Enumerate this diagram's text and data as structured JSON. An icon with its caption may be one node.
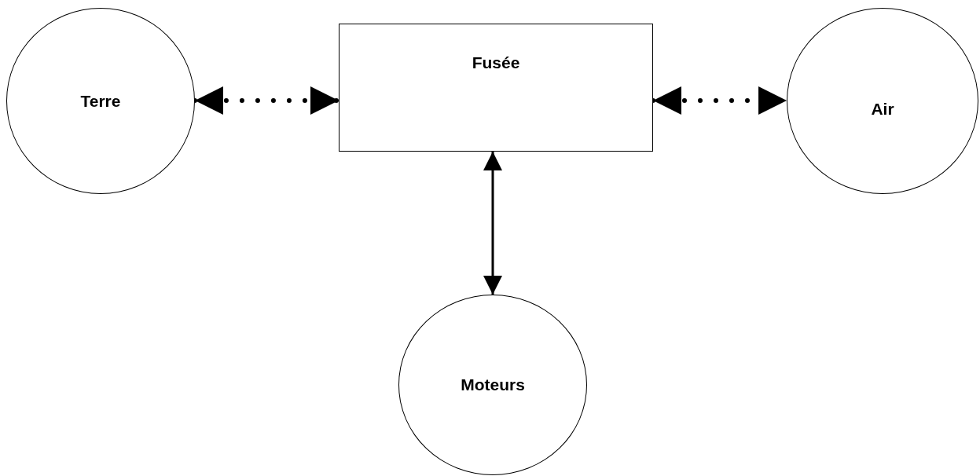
{
  "diagram": {
    "nodes": [
      {
        "text": [
          "Terre"
        ]
      },
      {
        "text": [
          "Fusée"
        ]
      },
      {
        "text": [
          "Air"
        ]
      },
      {
        "text": [
          "Moteurs"
        ]
      }
    ],
    "edges": [
      {
        "from": 0,
        "to": 1,
        "arrow": "both",
        "style": "dashed"
      },
      {
        "from": 1,
        "to": 2,
        "arrow": "both",
        "style": "dashed"
      },
      {
        "from": 1,
        "to": 3,
        "arrow": "both"
      }
    ]
  }
}
